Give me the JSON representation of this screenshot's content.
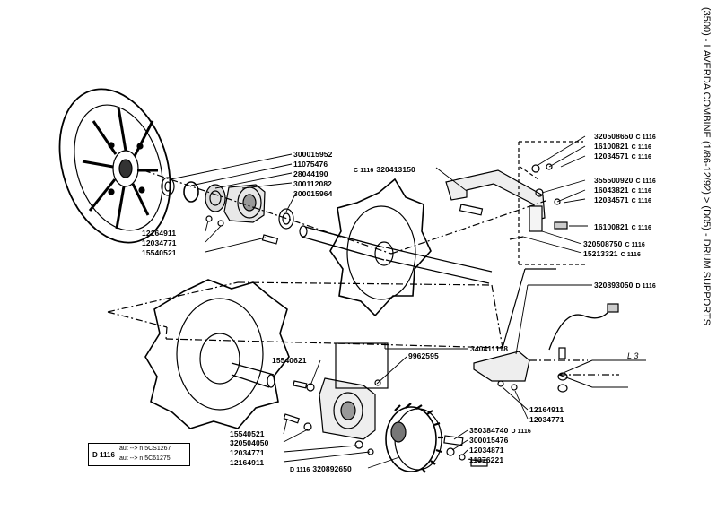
{
  "title": "(3500) - LAVERDA COMBINE (1/86-12/92) > (D05) - DRUM SUPPORTS",
  "labels": {
    "p300015952": "300015952",
    "p11075476": "11075476",
    "p28044190": "28044190",
    "p300112082": "300112082",
    "p300015964": "300015964",
    "p12164911_a": "12164911",
    "p12034771_a": "12034771",
    "p15540521_a": "15540521",
    "p320413150_pre": "C 1116",
    "p320413150": "320413150",
    "p320508650": "320508650",
    "p320508650_suf": "C 1116",
    "p16100821_a": "16100821",
    "p16100821_a_suf": "C 1116",
    "p12034571": "12034571",
    "p12034571_suf": "C 1116",
    "p355500920": "355500920",
    "p355500920_suf": "C 1116",
    "p16043821": "16043821",
    "p16043821_suf": "C 1116",
    "p12034571_b": "12034571",
    "p12034571_b_suf": "C 1116",
    "p16100821_b": "16100821",
    "p16100821_b_suf": "C 1116",
    "p320508750": "320508750",
    "p320508750_suf": "C 1116",
    "p15213321": "15213321",
    "p15213321_suf": "C 1116",
    "p320893050": "320893050",
    "p320893050_suf": "D 1116",
    "p15540621": "15540621",
    "p9962595": "9962595",
    "p340411118": "340411118",
    "p12164911_b": "12164911",
    "p12034771_b": "12034771",
    "p350384740": "350384740",
    "p350384740_suf": "D 1116",
    "p300015476": "300015476",
    "p12034871": "12034871",
    "p11376221": "11376221",
    "p15540521_b": "15540521",
    "p320504050": "320504050",
    "p12034771_c": "12034771",
    "p12164911_c": "12164911",
    "p320892650_pre": "D 1116",
    "p320892650": "320892650",
    "l3": "L 3"
  },
  "legend": {
    "code": "D 1116",
    "row1": "aut --> n  5CS1267",
    "row2": "aut --> n  5C61275"
  }
}
